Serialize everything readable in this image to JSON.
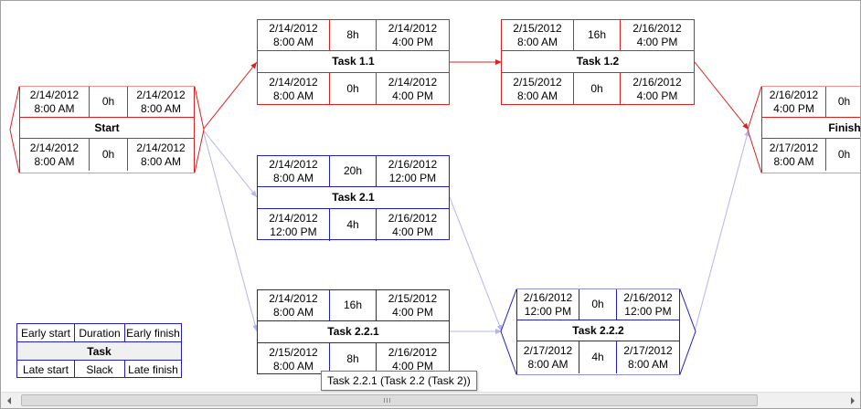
{
  "colors": {
    "critical": "#dd2020",
    "normal": "#2020c0",
    "link_normal": "#b4b4f0"
  },
  "nodes": {
    "start": {
      "title": "Start",
      "early_start": "2/14/2012\n8:00 AM",
      "duration": "0h",
      "early_finish": "2/14/2012\n8:00 AM",
      "late_start": "2/14/2012\n8:00 AM",
      "slack": "0h",
      "late_finish": "2/14/2012\n8:00 AM"
    },
    "task_1_1": {
      "title": "Task 1.1",
      "early_start": "2/14/2012\n8:00 AM",
      "duration": "8h",
      "early_finish": "2/14/2012\n4:00 PM",
      "late_start": "2/14/2012\n8:00 AM",
      "slack": "0h",
      "late_finish": "2/14/2012\n4:00 PM"
    },
    "task_1_2": {
      "title": "Task 1.2",
      "early_start": "2/15/2012\n8:00 AM",
      "duration": "16h",
      "early_finish": "2/16/2012\n4:00 PM",
      "late_start": "2/15/2012\n8:00 AM",
      "slack": "0h",
      "late_finish": "2/16/2012\n4:00 PM"
    },
    "task_2_1": {
      "title": "Task 2.1",
      "early_start": "2/14/2012\n8:00 AM",
      "duration": "20h",
      "early_finish": "2/16/2012\n12:00 PM",
      "late_start": "2/14/2012\n12:00 PM",
      "slack": "4h",
      "late_finish": "2/16/2012\n4:00 PM"
    },
    "task_2_2_1": {
      "title": "Task 2.2.1",
      "early_start": "2/14/2012\n8:00 AM",
      "duration": "16h",
      "early_finish": "2/15/2012\n4:00 PM",
      "late_start": "2/15/2012\n8:00 AM",
      "slack": "8h",
      "late_finish": "2/16/2012\n4:00 PM"
    },
    "task_2_2_2": {
      "title": "Task 2.2.2",
      "early_start": "2/16/2012\n12:00 PM",
      "duration": "0h",
      "early_finish": "2/16/2012\n12:00 PM",
      "late_start": "2/17/2012\n8:00 AM",
      "slack": "4h",
      "late_finish": "2/17/2012\n8:00 AM"
    },
    "finish": {
      "title": "Finish",
      "early_start": "2/16/2012\n4:00 PM",
      "duration": "0h",
      "late_start": "2/17/2012\n8:00 AM",
      "slack": "0h"
    }
  },
  "legend": {
    "early_start": "Early start",
    "duration": "Duration",
    "early_finish": "Early finish",
    "task": "Task",
    "late_start": "Late start",
    "slack": "Slack",
    "late_finish": "Late finish"
  },
  "tooltip": "Task 2.2.1 (Task 2.2 (Task 2))"
}
